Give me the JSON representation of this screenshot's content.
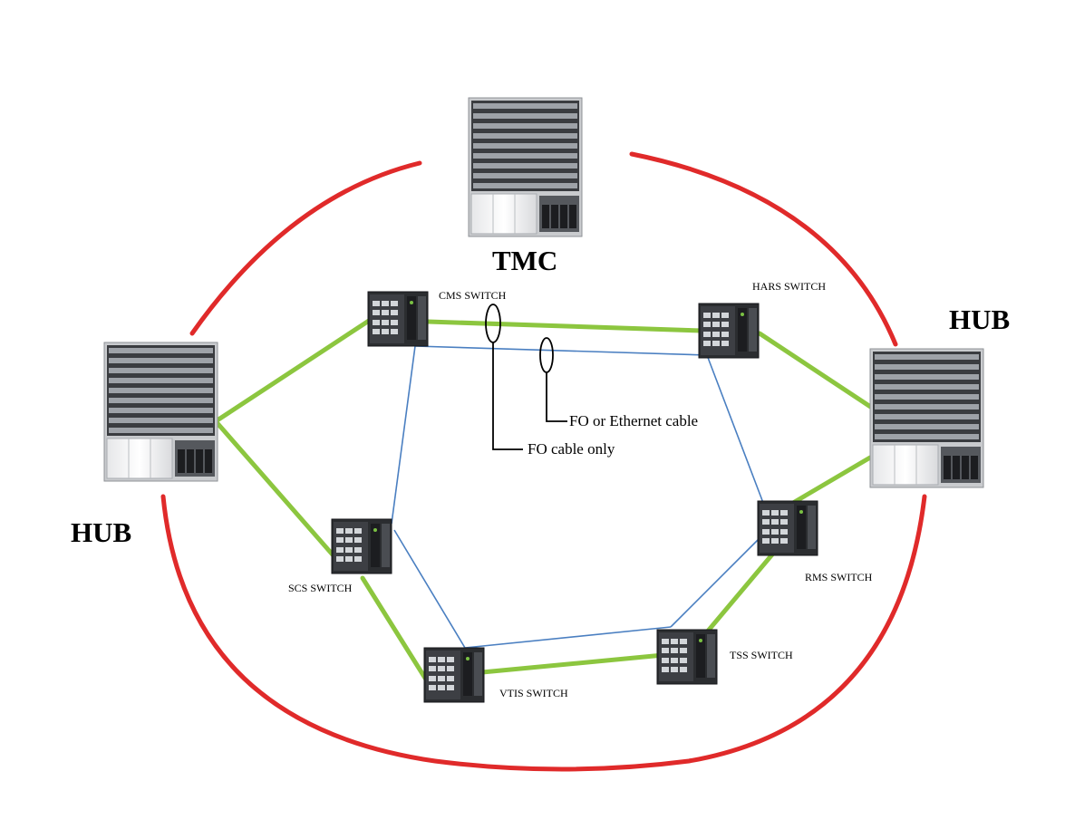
{
  "nodes": {
    "tmc": "TMC",
    "hub_left": "HUB",
    "hub_right": "HUB",
    "cms": "CMS SWITCH",
    "hars": "HARS SWITCH",
    "scs": "SCS SWITCH",
    "rms": "RMS SWITCH",
    "tss": "TSS SWITCH",
    "vtis": "VTIS SWITCH"
  },
  "callouts": {
    "fo_or_ethernet": "FO or Ethernet cable",
    "fo_only": "FO cable only"
  },
  "colors": {
    "ring": "#e02a2a",
    "fo_link": "#8cc63f",
    "ethernet_link": "#4a7fc1",
    "device_dark": "#2b2d30",
    "chassis_frame": "#cfd1d4"
  }
}
